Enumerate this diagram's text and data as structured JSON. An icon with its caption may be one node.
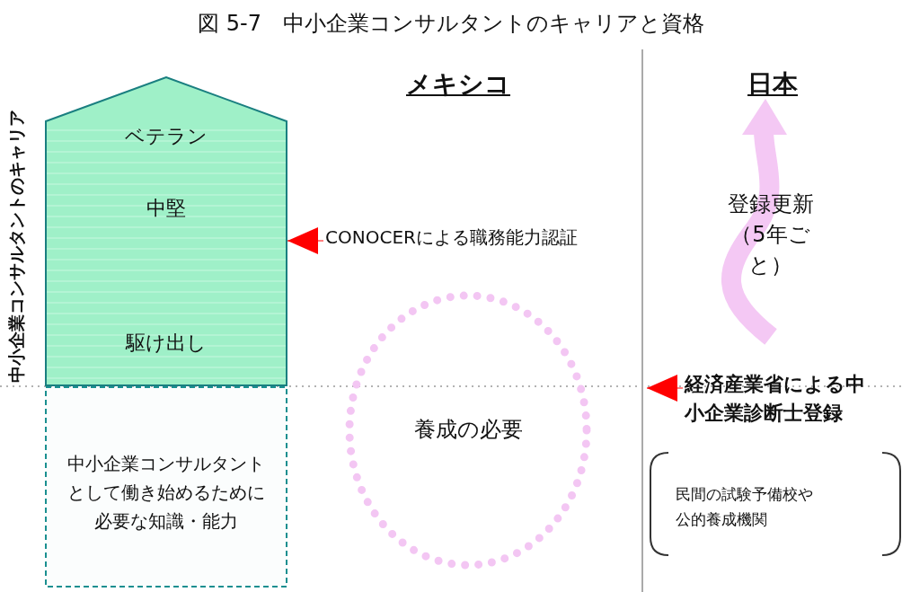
{
  "diagram": {
    "title": "図 5-7　中小企業コンサルタントのキャリアと資格",
    "nodes": [
      {
        "text": [
          "ベテラン",
          "中堅",
          "駆け出し"
        ]
      },
      {
        "text": [
          "中小企業コンサルタントとして働き始めるために必要な知識・能力"
        ]
      },
      {
        "text": [
          "養成の必要"
        ]
      },
      {
        "text": [
          "民間の試験予備校や公的養成機関"
        ]
      },
      {
        "text": [
          "CONOCERによる職務能力認証"
        ]
      },
      {
        "text": [
          "経済産業省による中小企業診断士登録"
        ]
      }
    ],
    "edges": [
      {
        "from": 4,
        "to": 0,
        "arrow": "to",
        "color": "#ff0000"
      },
      {
        "from": 5,
        "to": null,
        "arrow": "to",
        "color": "#ff0000"
      }
    ],
    "labels": [
      "中小企業コンサルタントのキャリア",
      "メキシコ",
      "日本",
      "登録更新（5年ごと）"
    ]
  }
}
